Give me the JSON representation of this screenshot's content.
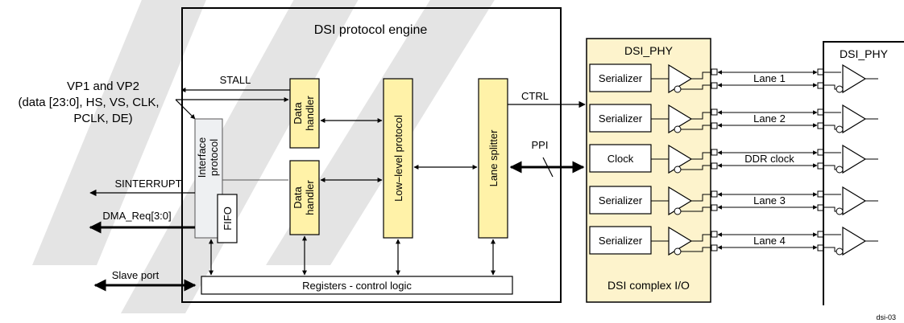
{
  "engine_title": "DSI protocol engine",
  "inputs": {
    "vp_line1": "VP1 and VP2",
    "vp_line2": "(data [23:0], HS, VS, CLK,",
    "vp_line3": "PCLK, DE)",
    "stall": "STALL",
    "sinterrupt": "SINTERRUPT",
    "dma_req": "DMA_Req[3:0]",
    "slave_port": "Slave port"
  },
  "blocks": {
    "interface_protocol_line1": "Interface",
    "interface_protocol_line2": "protocol",
    "fifo": "FIFO",
    "data_handler_line1": "Data",
    "data_handler_line2": "handler",
    "low_level_protocol": "Low–level protocol",
    "lane_splitter": "Lane splitter",
    "registers": "Registers - control logic"
  },
  "signals": {
    "ctrl": "CTRL",
    "ppi": "PPI"
  },
  "dsi_phy": {
    "title": "DSI_PHY",
    "footer": "DSI complex I/O",
    "boxes": [
      "Serializer",
      "Serializer",
      "Clock",
      "Serializer",
      "Serializer"
    ],
    "lanes": [
      "Lane 1",
      "Lane 2",
      "DDR clock",
      "Lane 3",
      "Lane 4"
    ]
  },
  "remote_phy_title": "DSI_PHY",
  "figure_id": "dsi-03",
  "colors": {
    "block_fill": "#fff2a8",
    "phy_fill": "#fdf3cc",
    "interface_fill": "#eef0f2",
    "watermark": "#d9d9d9"
  }
}
